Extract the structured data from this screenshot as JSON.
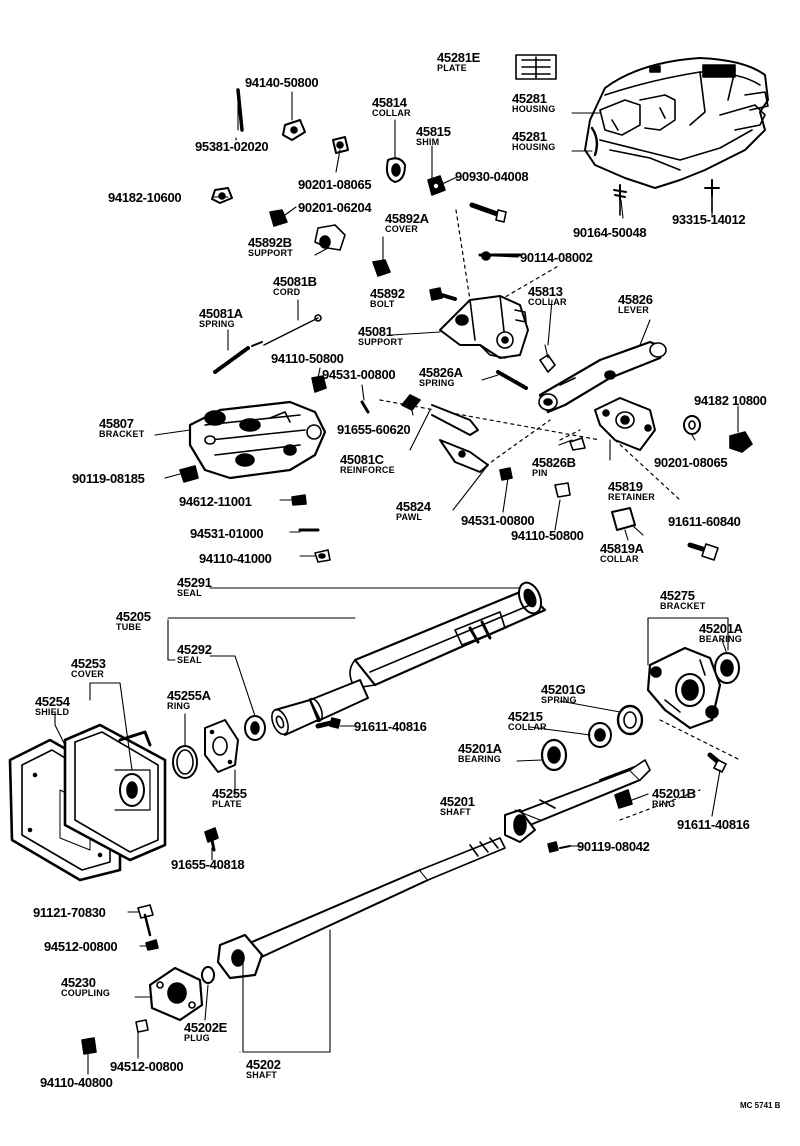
{
  "parts": [
    {
      "key": "p45281E",
      "number": "45281E",
      "name": "PLATE"
    },
    {
      "key": "p45281a",
      "number": "45281",
      "name": "HOUSING"
    },
    {
      "key": "p45281b",
      "number": "45281",
      "name": "HOUSING"
    },
    {
      "key": "p94140",
      "number": "94140-50800"
    },
    {
      "key": "p95381",
      "number": "95381-02020"
    },
    {
      "key": "p45814",
      "number": "45814",
      "name": "COLLAR"
    },
    {
      "key": "p45815",
      "number": "45815",
      "name": "SHIM"
    },
    {
      "key": "p90930",
      "number": "90930-04008"
    },
    {
      "key": "p90201a",
      "number": "90201-08065"
    },
    {
      "key": "p94182a",
      "number": "94182-10600"
    },
    {
      "key": "p90201b",
      "number": "90201-06204"
    },
    {
      "key": "p45892A",
      "number": "45892A",
      "name": "COVER"
    },
    {
      "key": "p45892B",
      "number": "45892B",
      "name": "SUPPORT"
    },
    {
      "key": "p90164",
      "number": "90164-50048"
    },
    {
      "key": "p93315",
      "number": "93315-14012"
    },
    {
      "key": "p90114",
      "number": "90114-08002"
    },
    {
      "key": "p45081B",
      "number": "45081B",
      "name": "CORD"
    },
    {
      "key": "p45892",
      "number": "45892",
      "name": "BOLT"
    },
    {
      "key": "p45813",
      "number": "45813",
      "name": "COLLAR"
    },
    {
      "key": "p45826",
      "number": "45826",
      "name": "LEVER"
    },
    {
      "key": "p45081A",
      "number": "45081A",
      "name": "SPRING"
    },
    {
      "key": "p45081",
      "number": "45081",
      "name": "SUPPORT"
    },
    {
      "key": "p94110a",
      "number": "94110-50800"
    },
    {
      "key": "p94531a",
      "number": "94531-00800"
    },
    {
      "key": "p45826A",
      "number": "45826A",
      "name": "SPRING"
    },
    {
      "key": "p94182b",
      "number": "94182 10800"
    },
    {
      "key": "p45807",
      "number": "45807",
      "name": "BRACKET"
    },
    {
      "key": "p91655a",
      "number": "91655-60620"
    },
    {
      "key": "p45081C",
      "number": "45081C",
      "name": "REINFORCE"
    },
    {
      "key": "p90201c",
      "number": "90201-08065"
    },
    {
      "key": "p45826B",
      "number": "45826B",
      "name": "PIN"
    },
    {
      "key": "p90119a",
      "number": "90119-08185"
    },
    {
      "key": "p45819",
      "number": "45819",
      "name": "RETAINER"
    },
    {
      "key": "p94612",
      "number": "94612-11001"
    },
    {
      "key": "p45824",
      "number": "45824",
      "name": "PAWL"
    },
    {
      "key": "p94531b",
      "number": "94531-00800"
    },
    {
      "key": "p91611a",
      "number": "91611-60840"
    },
    {
      "key": "p94531c",
      "number": "94531-01000"
    },
    {
      "key": "p94110b",
      "number": "94110-50800"
    },
    {
      "key": "p45819A",
      "number": "45819A",
      "name": "COLLAR"
    },
    {
      "key": "p94110c",
      "number": "94110-41000"
    },
    {
      "key": "p45291",
      "number": "45291",
      "name": "SEAL"
    },
    {
      "key": "p45275",
      "number": "45275",
      "name": "BRACKET"
    },
    {
      "key": "p45205",
      "number": "45205",
      "name": "TUBE"
    },
    {
      "key": "p45201A_top",
      "number": "45201A",
      "name": "BEARING"
    },
    {
      "key": "p45292",
      "number": "45292",
      "name": "SEAL"
    },
    {
      "key": "p45253",
      "number": "45253",
      "name": "COVER"
    },
    {
      "key": "p45201G",
      "number": "45201G",
      "name": "SPRING"
    },
    {
      "key": "p45254",
      "number": "45254",
      "name": "SHIELD"
    },
    {
      "key": "p45255A",
      "number": "45255A",
      "name": "RING"
    },
    {
      "key": "p45215",
      "number": "45215",
      "name": "COLLAR"
    },
    {
      "key": "p91611b",
      "number": "91611-40816"
    },
    {
      "key": "p45201A_low",
      "number": "45201A",
      "name": "BEARING"
    },
    {
      "key": "p45255",
      "number": "45255",
      "name": "PLATE"
    },
    {
      "key": "p45201",
      "number": "45201",
      "name": "SHAFT"
    },
    {
      "key": "p45201B",
      "number": "45201B",
      "name": "RING"
    },
    {
      "key": "p91611c",
      "number": "91611-40816"
    },
    {
      "key": "p90119b",
      "number": "90119-08042"
    },
    {
      "key": "p91655b",
      "number": "91655-40818"
    },
    {
      "key": "p91121",
      "number": "91121-70830"
    },
    {
      "key": "p94512a",
      "number": "94512-00800"
    },
    {
      "key": "p45230",
      "number": "45230",
      "name": "COUPLING"
    },
    {
      "key": "p45202E",
      "number": "45202E",
      "name": "PLUG"
    },
    {
      "key": "p94512b",
      "number": "94512-00800"
    },
    {
      "key": "p45202",
      "number": "45202",
      "name": "SHAFT"
    },
    {
      "key": "p94110d",
      "number": "94110-40800"
    }
  ],
  "figure_code": "MC  5741 B"
}
